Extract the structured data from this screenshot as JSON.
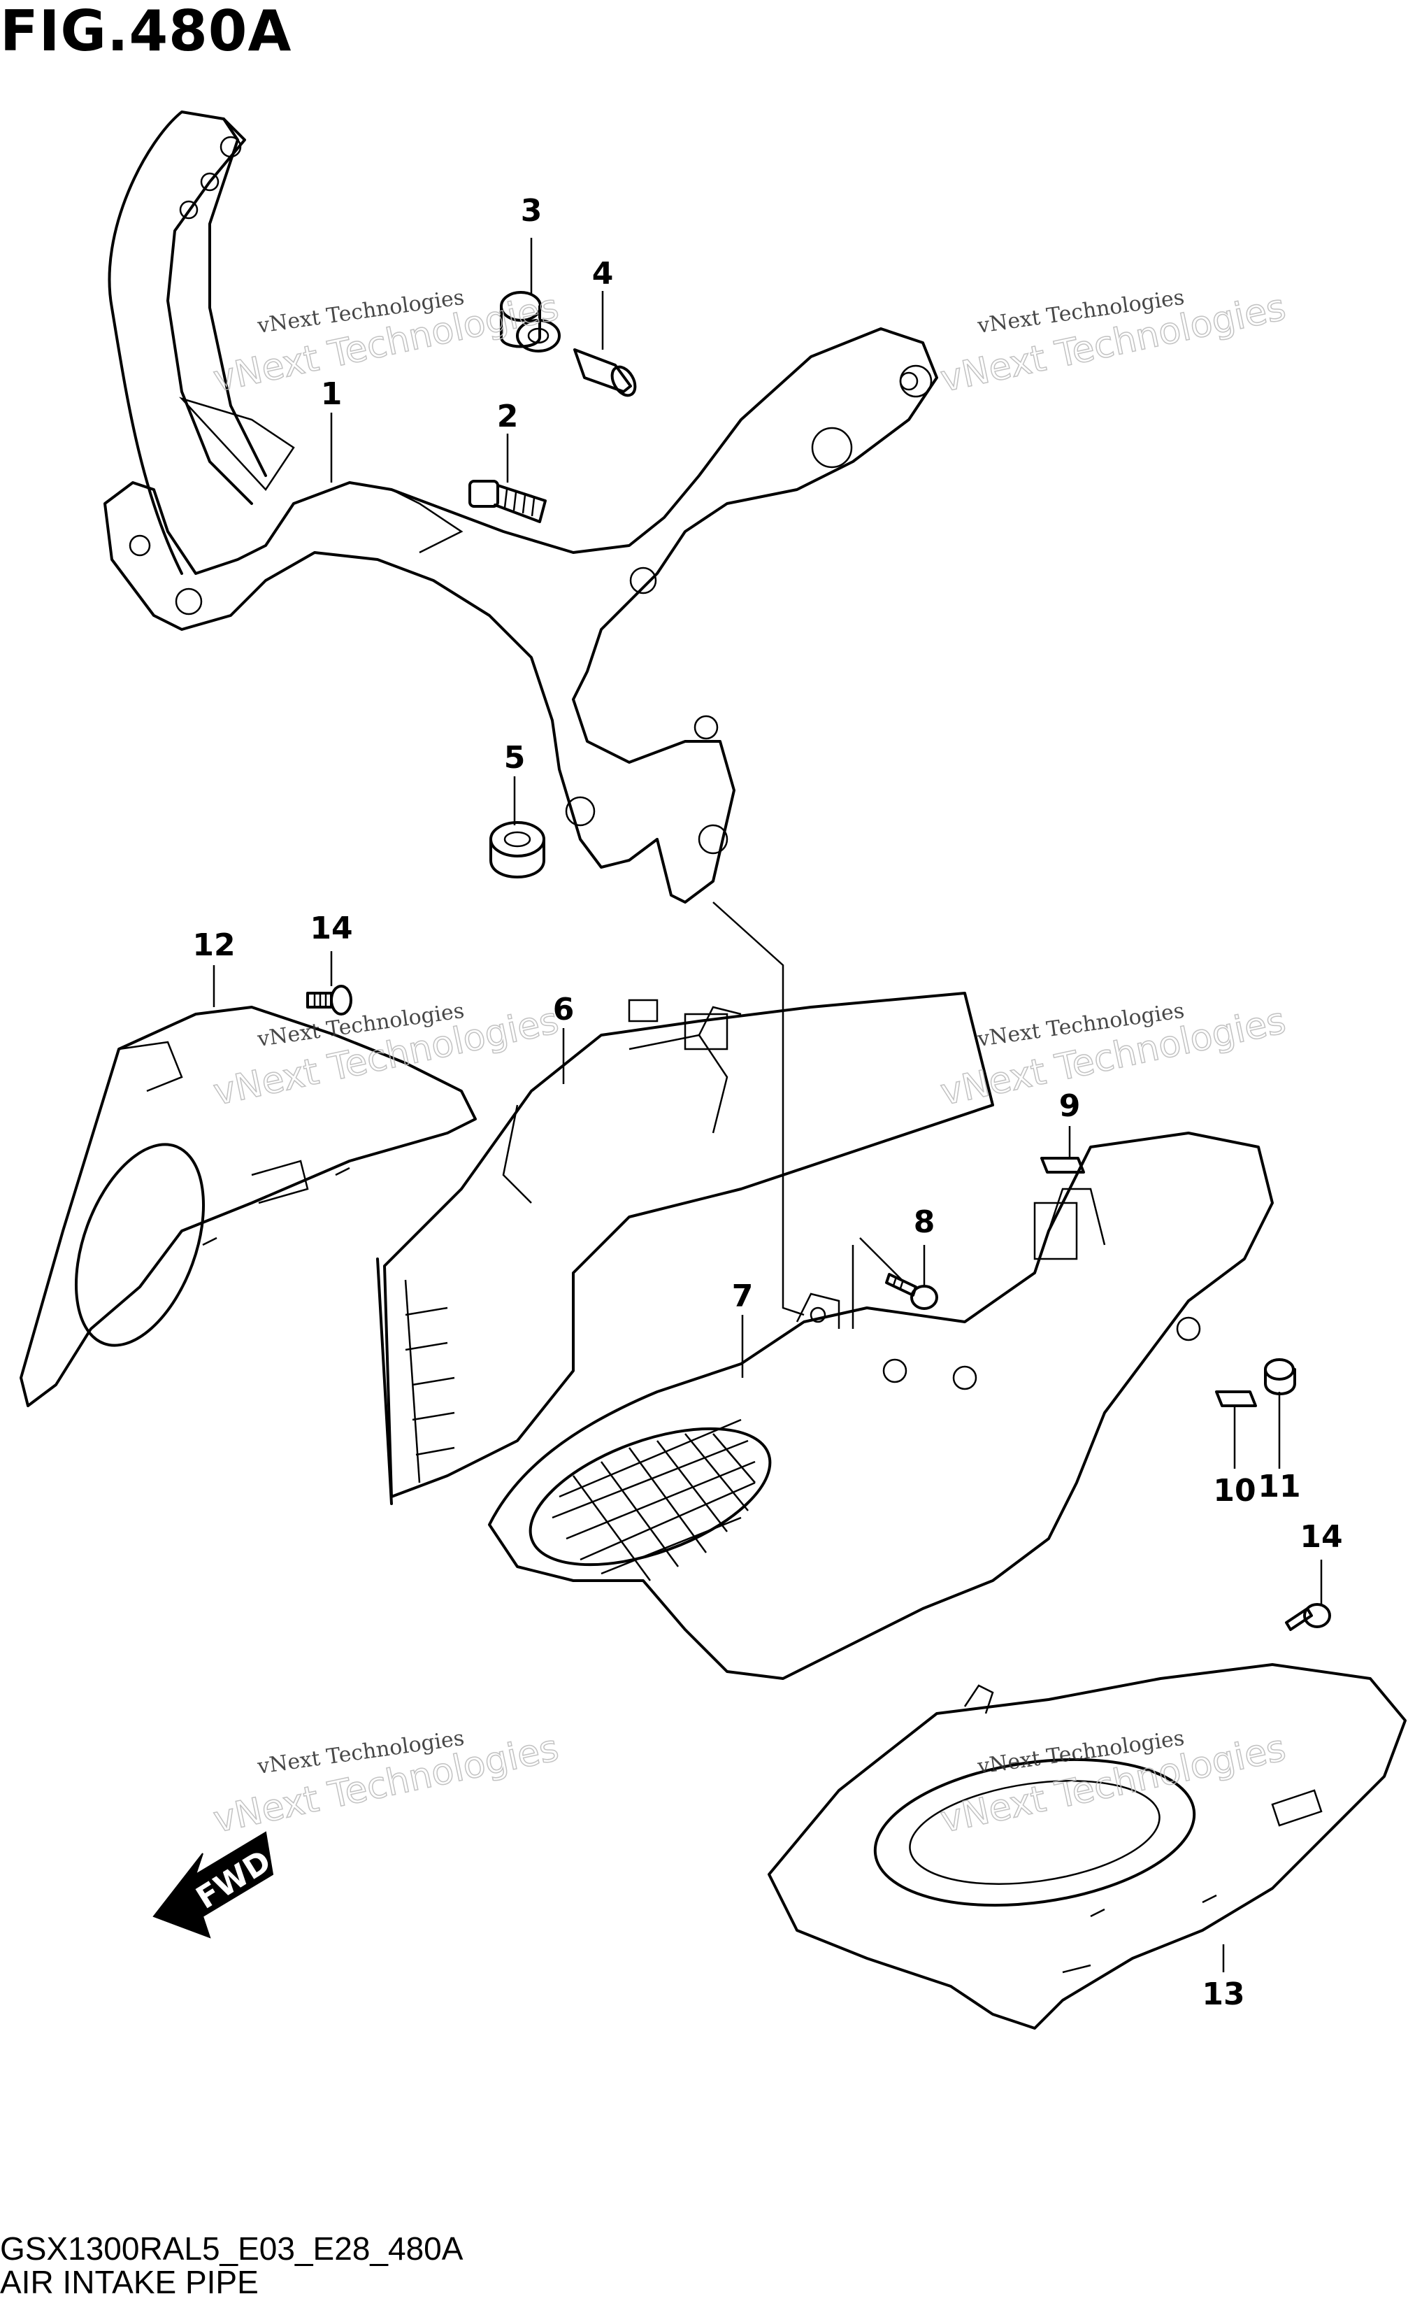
{
  "figure_title": "FIG.480A",
  "model_code": "GSX1300RAL5_E03_E28_480A",
  "section_name": "AIR INTAKE PIPE",
  "watermark": {
    "line1": "vNext Technologies",
    "line2": "vNext Technologies"
  },
  "fwd_label": "FWD",
  "callouts": {
    "c1": "1",
    "c2": "2",
    "c3": "3",
    "c4": "4",
    "c5": "5",
    "c6": "6",
    "c7": "7",
    "c8": "8",
    "c9": "9",
    "c10": "10",
    "c11": "11",
    "c12": "12",
    "c13": "13",
    "c14a": "14",
    "c14b": "14"
  },
  "parts": {
    "p1": "bracket-icon",
    "p2": "bolt-icon",
    "p3": "cushion-icon",
    "p4": "spacer-icon",
    "p5": "grommet-icon",
    "p6": "intake-duct-icon",
    "p7": "intake-pipe-icon",
    "p8": "screw-icon",
    "p9": "nut-icon",
    "p10": "nut-icon",
    "p11": "grommet-icon",
    "p12": "inner-panel-icon",
    "p13": "outer-cover-icon",
    "p14": "screw-icon"
  }
}
